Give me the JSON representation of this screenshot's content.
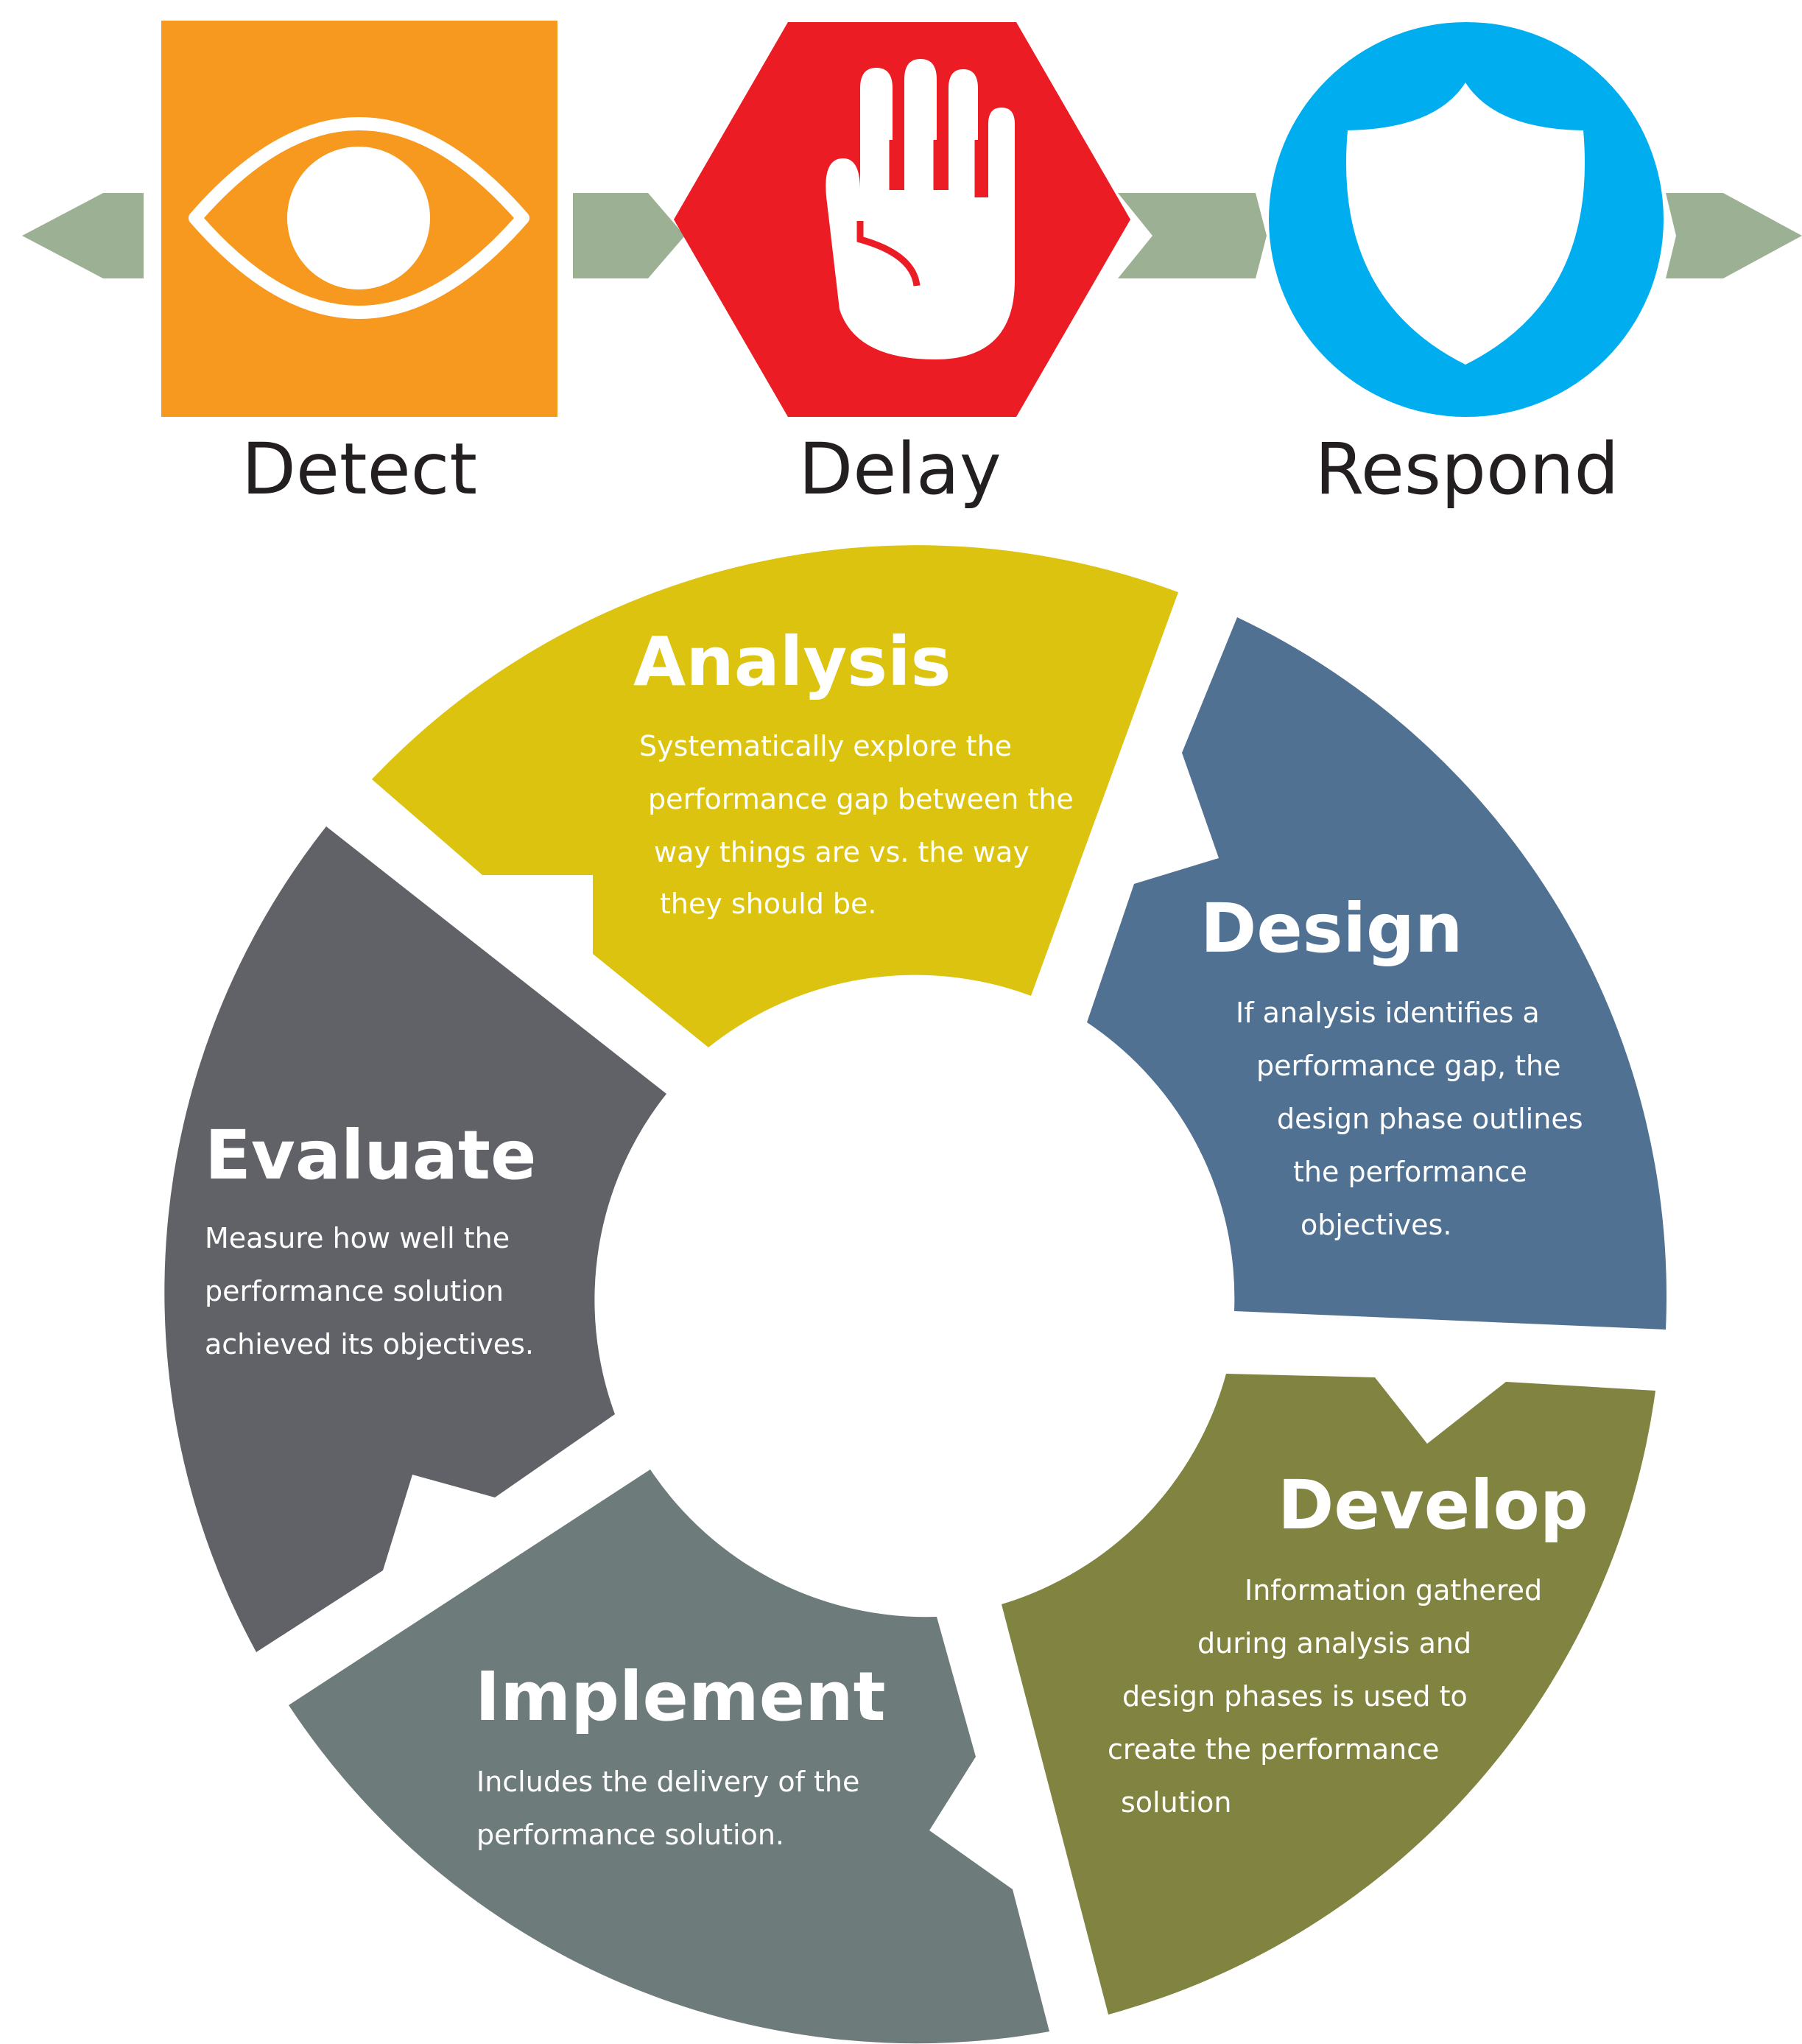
{
  "top_process": {
    "stages": [
      {
        "label": "Detect",
        "icon": "eye-icon",
        "color": "#f7981f"
      },
      {
        "label": "Delay",
        "icon": "raised-hand-icon",
        "color": "#ec1c24"
      },
      {
        "label": "Respond",
        "icon": "shield-icon",
        "color": "#00aeef"
      }
    ],
    "arrow_color": "#9cb093"
  },
  "cycle": {
    "segments": [
      {
        "title": "Analysis",
        "color": "#dbc30f",
        "lines": [
          "Systematically explore the",
          "performance gap between the",
          "way things are vs. the way",
          "they should be."
        ]
      },
      {
        "title": "Design",
        "color": "#517193",
        "lines": [
          "If analysis identifies a",
          "performance gap, the",
          "design phase outlines",
          "the performance",
          "objectives."
        ]
      },
      {
        "title": "Develop",
        "color": "#818340",
        "lines": [
          "Information gathered",
          "during analysis and",
          "design phases is used to",
          "create the performance",
          "solution"
        ]
      },
      {
        "title": "Implement",
        "color": "#6e7b7b",
        "lines": [
          "Includes the delivery of the",
          "performance solution."
        ]
      },
      {
        "title": "Evaluate",
        "color": "#616268",
        "lines": [
          "Measure how well the",
          "performance solution",
          "achieved its objectives."
        ]
      }
    ]
  }
}
